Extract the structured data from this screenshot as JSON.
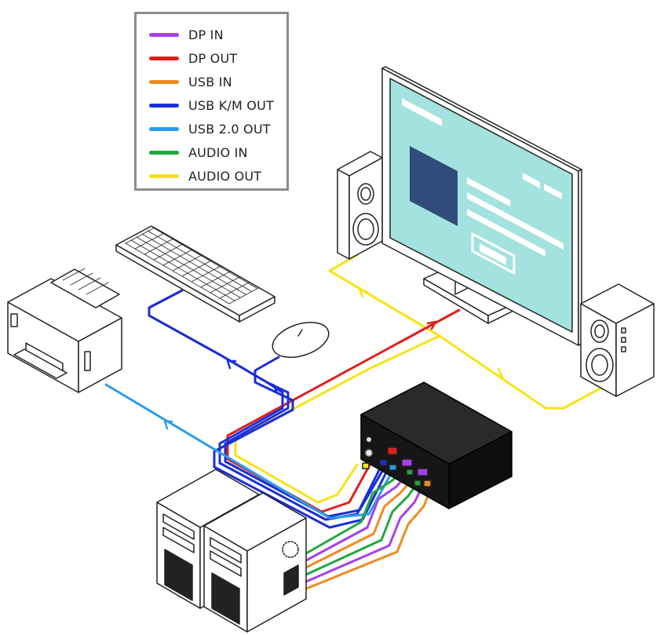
{
  "legend": {
    "items": [
      {
        "label": "DP IN",
        "color": "#a640e8"
      },
      {
        "label": "DP OUT",
        "color": "#e0201c"
      },
      {
        "label": "USB IN",
        "color": "#f28a1e"
      },
      {
        "label": "USB K/M OUT",
        "color": "#1b2fd6"
      },
      {
        "label": "USB 2.0 OUT",
        "color": "#2a9cf0"
      },
      {
        "label": "AUDIO IN",
        "color": "#20a83e"
      },
      {
        "label": "AUDIO OUT",
        "color": "#f7e21a"
      }
    ]
  },
  "devices": [
    "printer-icon",
    "keyboard-icon",
    "mouse-icon",
    "monitor-icon",
    "left-speaker-icon",
    "right-speaker-icon",
    "kvm-switch-icon",
    "computer-1-icon",
    "computer-2-icon"
  ],
  "colors": {
    "outline": "#222222",
    "screen": "#a3e2de",
    "screen_block": "#2f4c7a",
    "kvm_body": "#161616"
  }
}
